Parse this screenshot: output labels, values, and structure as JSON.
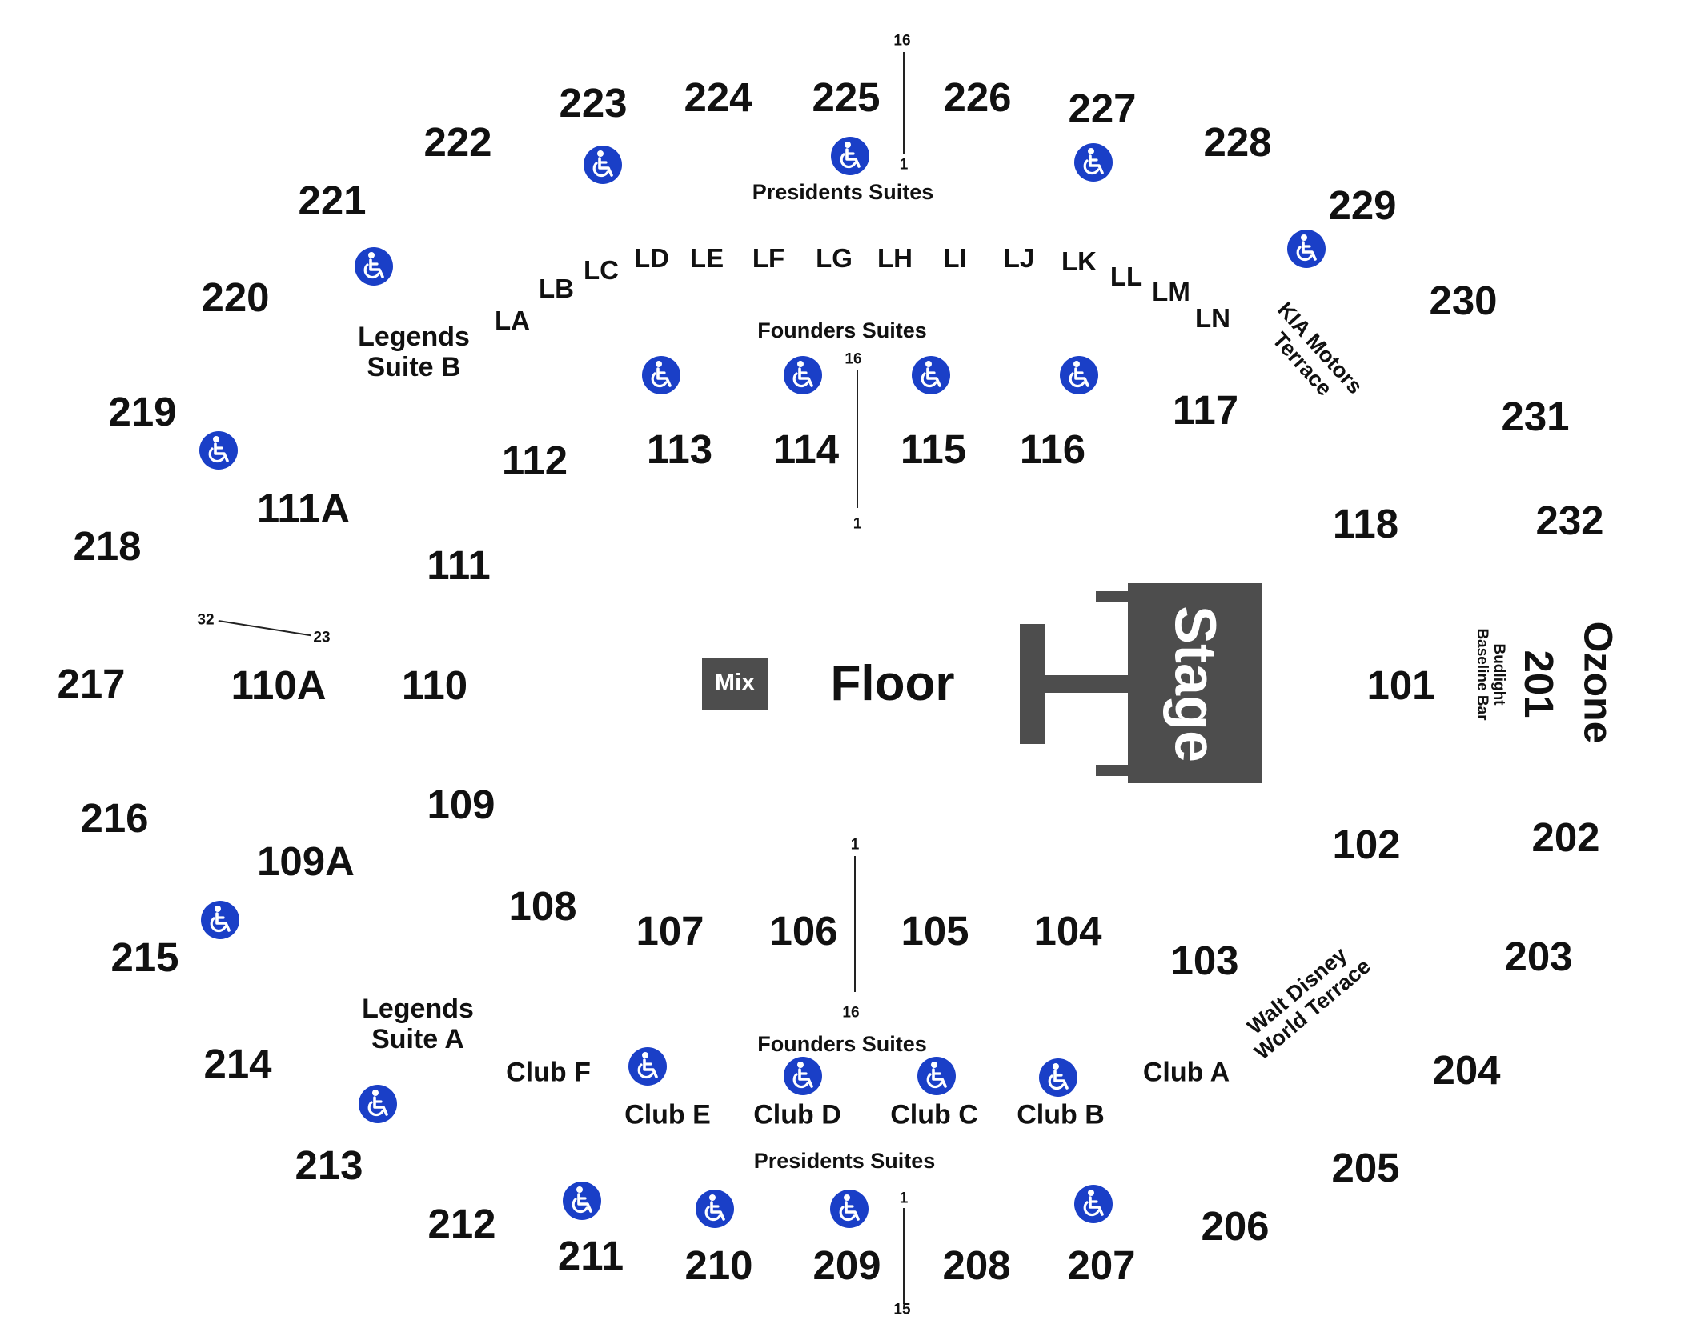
{
  "sections": {
    "upper": [
      "201",
      "202",
      "203",
      "204",
      "205",
      "206",
      "207",
      "208",
      "209",
      "210",
      "211",
      "212",
      "213",
      "214",
      "215",
      "216",
      "217",
      "218",
      "219",
      "220",
      "221",
      "222",
      "223",
      "224",
      "225",
      "226",
      "227",
      "228",
      "229",
      "230",
      "231",
      "232"
    ],
    "lower": [
      "101",
      "102",
      "103",
      "104",
      "105",
      "106",
      "107",
      "108",
      "109",
      "109A",
      "110",
      "110A",
      "111",
      "111A",
      "112",
      "113",
      "114",
      "115",
      "116",
      "117",
      "118"
    ],
    "loges": [
      "LA",
      "LB",
      "LC",
      "LD",
      "LE",
      "LF",
      "LG",
      "LH",
      "LI",
      "LJ",
      "LK",
      "LL",
      "LM",
      "LN"
    ]
  },
  "suites": {
    "presidents_top": "Presidents Suites",
    "presidents_bottom": "Presidents Suites",
    "founders_top": "Founders Suites",
    "founders_bottom": "Founders Suites",
    "legends_b": [
      "Legends",
      "Suite B"
    ],
    "legends_a": [
      "Legends",
      "Suite A"
    ]
  },
  "clubs": [
    "Club A",
    "Club B",
    "Club C",
    "Club D",
    "Club E",
    "Club F"
  ],
  "terraces": {
    "kia": [
      "KIA Motors",
      "Terrace"
    ],
    "wdw": [
      "Walt Disney",
      "World Terrace"
    ],
    "budlight": [
      "Budlight",
      "Baseline Bar"
    ]
  },
  "ozone": "Ozone",
  "floor": "Floor",
  "stage": "Stage",
  "mix": "Mix",
  "row_numbers": {
    "top_upper_high": "16",
    "top_upper_low": "1",
    "top_lower_high": "16",
    "top_lower_low": "1",
    "bottom_lower_low": "1",
    "bottom_lower_high": "16",
    "bottom_upper_low": "1",
    "bottom_upper_high": "15",
    "left_a": "32",
    "left_b": "23"
  },
  "colors": {
    "accessibility": "#1a3fc7",
    "stage": "#4d4d4d",
    "text": "#111111"
  },
  "icons": {
    "accessibility": "wheelchair-icon"
  }
}
